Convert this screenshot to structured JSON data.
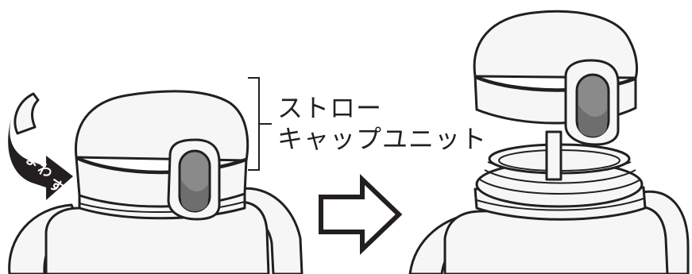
{
  "label": {
    "line1": "ストロー",
    "line2": "キャップユニット"
  },
  "action_text": [
    "ま",
    "わ",
    "す"
  ],
  "colors": {
    "outline": "#231f20",
    "body_fill": "#f6f6f6",
    "window_fill": "#8a8a8a",
    "window_dark": "#6e6e6e",
    "arrow_fill": "#231f20"
  }
}
